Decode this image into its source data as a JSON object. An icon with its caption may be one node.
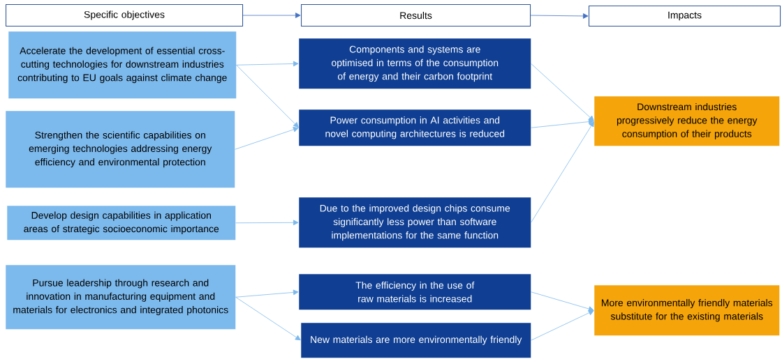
{
  "diagram": {
    "nodes": [
      {
        "text": [
          "Specific objectives"
        ]
      },
      {
        "text": [
          "Results"
        ]
      },
      {
        "text": [
          "Impacts"
        ]
      },
      {
        "text": [
          "Accelerate the development of essential cross-cutting technologies for downstream industries contributing to EU goals against climate change"
        ]
      },
      {
        "text": [
          "Strengthen the scientific capabilities on emerging technologies addressing energy efficiency and environmental protection"
        ]
      },
      {
        "text": [
          "Develop design capabilities in application areas of strategic socioeconomic importance"
        ]
      },
      {
        "text": [
          "Pursue leadership through research and innovation in manufacturing equipment and materials for electronics and integrated photonics"
        ]
      },
      {
        "text": [
          "Components and systems are optimised in terms of the consumption of energy and their carbon footprint"
        ]
      },
      {
        "text": [
          "Power consumption in AI activities and novel computing architectures is reduced"
        ]
      },
      {
        "text": [
          "Due to the improved design chips consume significantly less power than software implementations for the same function"
        ]
      },
      {
        "text": [
          "The efficiency in the use of raw materials is increased"
        ]
      },
      {
        "text": [
          "New materials are more environmentally friendly"
        ]
      },
      {
        "text": [
          "Downstream industries progressively reduce the energy consumption of their products"
        ]
      },
      {
        "text": [
          "More environmentally friendly materials substitute for the existing materials"
        ]
      }
    ],
    "edges": [
      {
        "from": 0,
        "to": 1,
        "arrow": "to",
        "color": "#4472c4"
      },
      {
        "from": 1,
        "to": 2,
        "arrow": "to",
        "color": "#4472c4"
      },
      {
        "from": 3,
        "to": 7,
        "arrow": "to"
      },
      {
        "from": 3,
        "to": 8,
        "arrow": "to"
      },
      {
        "from": 4,
        "to": 8,
        "arrow": "to"
      },
      {
        "from": 5,
        "to": 9,
        "arrow": "to"
      },
      {
        "from": 7,
        "to": 12,
        "arrow": "to"
      },
      {
        "from": 8,
        "to": 12,
        "arrow": "to"
      },
      {
        "from": 9,
        "to": 12,
        "arrow": "to"
      },
      {
        "from": 6,
        "to": 10,
        "arrow": "to"
      },
      {
        "from": 6,
        "to": 11,
        "arrow": "to"
      },
      {
        "from": 10,
        "to": 13,
        "arrow": "to"
      },
      {
        "from": 11,
        "to": 13,
        "arrow": "to"
      }
    ]
  }
}
